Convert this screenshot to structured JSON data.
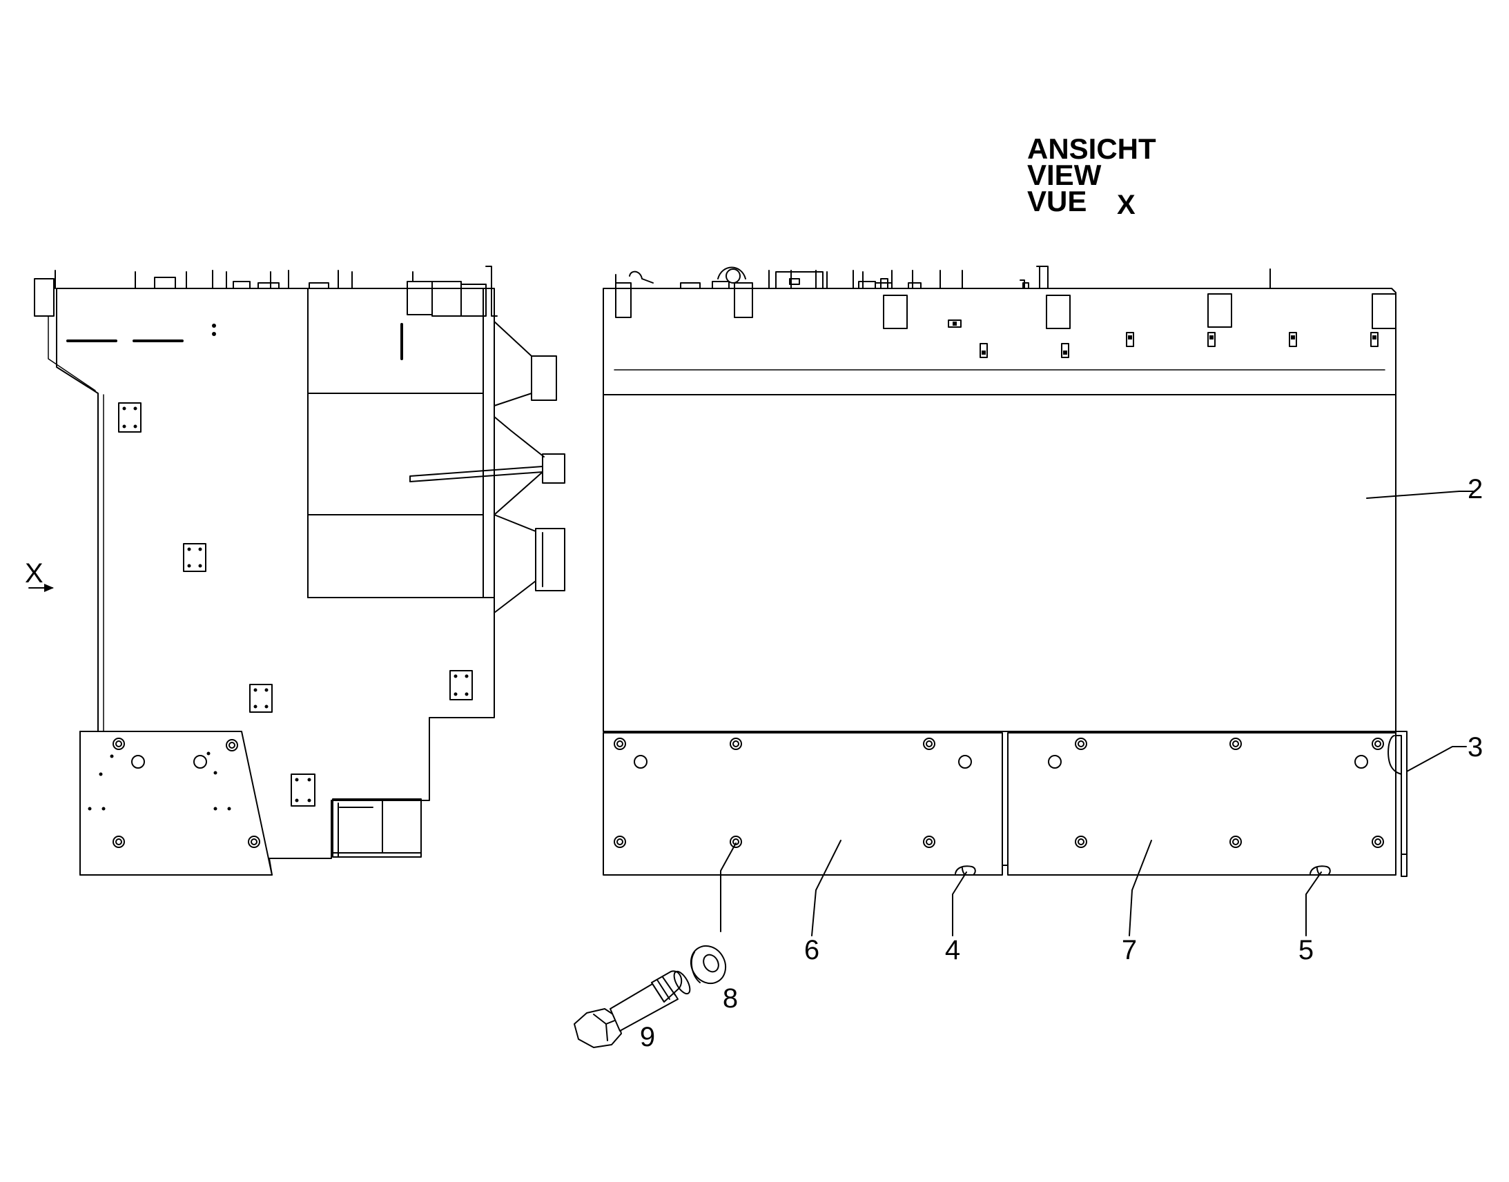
{
  "view_title": {
    "line1": "ANSICHT",
    "line2": "VIEW",
    "line3": "VUE",
    "marker": "X"
  },
  "side_view": {
    "direction_marker": "X"
  },
  "callouts": [
    {
      "id": "2",
      "label": "2"
    },
    {
      "id": "3",
      "label": "3"
    },
    {
      "id": "4",
      "label": "4"
    },
    {
      "id": "5",
      "label": "5"
    },
    {
      "id": "6",
      "label": "6"
    },
    {
      "id": "7",
      "label": "7"
    },
    {
      "id": "8",
      "label": "8"
    },
    {
      "id": "9",
      "label": "9"
    }
  ]
}
